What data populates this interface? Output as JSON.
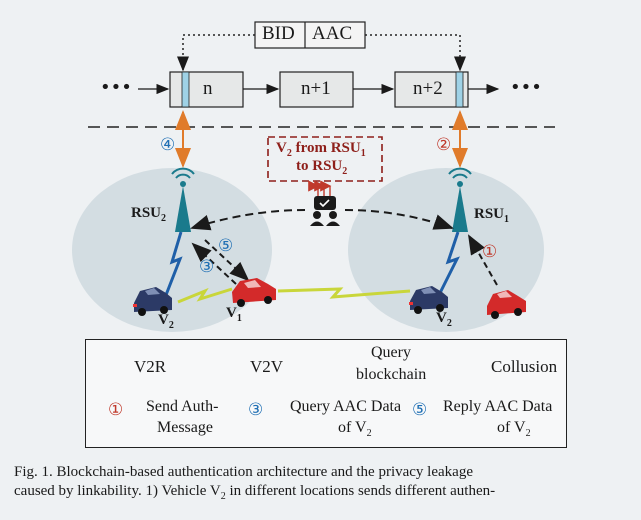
{
  "header_box": {
    "left": "BID",
    "right": "AAC"
  },
  "chain": {
    "dots_left": "•••",
    "dots_right": "•••",
    "blocks": [
      "n",
      "n+1",
      "n+2"
    ]
  },
  "nodes": {
    "rsu_left": "RSU",
    "rsu_left_sub": "2",
    "rsu_right": "RSU",
    "rsu_right_sub": "1",
    "v2_left": "V",
    "v2_left_sub": "2",
    "v1": "V",
    "v1_sub": "1",
    "v2_right": "V",
    "v2_right_sub": "2"
  },
  "warning": {
    "line1a": "V",
    "line1b": "2",
    "line1c": " from RSU",
    "line1d": "1",
    "line2a": "to RSU",
    "line2b": "2"
  },
  "steps": {
    "s1": "①",
    "s2": "②",
    "s3": "③",
    "s4": "④",
    "s5": "⑤"
  },
  "legend": {
    "v2r": "V2R",
    "v2v": "V2V",
    "query_line1": "Query",
    "query_line2": "blockchain",
    "collusion": "Collusion",
    "l1_num": "①",
    "l1_line1": "Send Auth-",
    "l1_line2": "Message",
    "l3_num": "③",
    "l3_line1": "Query AAC Data",
    "l3_line2a": "of V",
    "l3_line2b": "2",
    "l5_num": "⑤",
    "l5_line1": "Reply AAC Data",
    "l5_line2a": "of V",
    "l5_line2b": "2"
  },
  "caption": {
    "text1": "Fig. 1.    Blockchain-based authentication architecture and the privacy leakage",
    "text2": "caused by linkability. 1) Vehicle V",
    "text2_sub": "2",
    "text2b": " in different locations sends different authen-"
  },
  "colors": {
    "orange": "#e07b2a",
    "blue": "#1f6fb4",
    "red": "#c0392b",
    "darkred": "#8e1f1a",
    "teal": "#1a7a8c",
    "ellipse": "#d3dde2",
    "car_red": "#d32a2a",
    "car_navy": "#2c3a66"
  }
}
